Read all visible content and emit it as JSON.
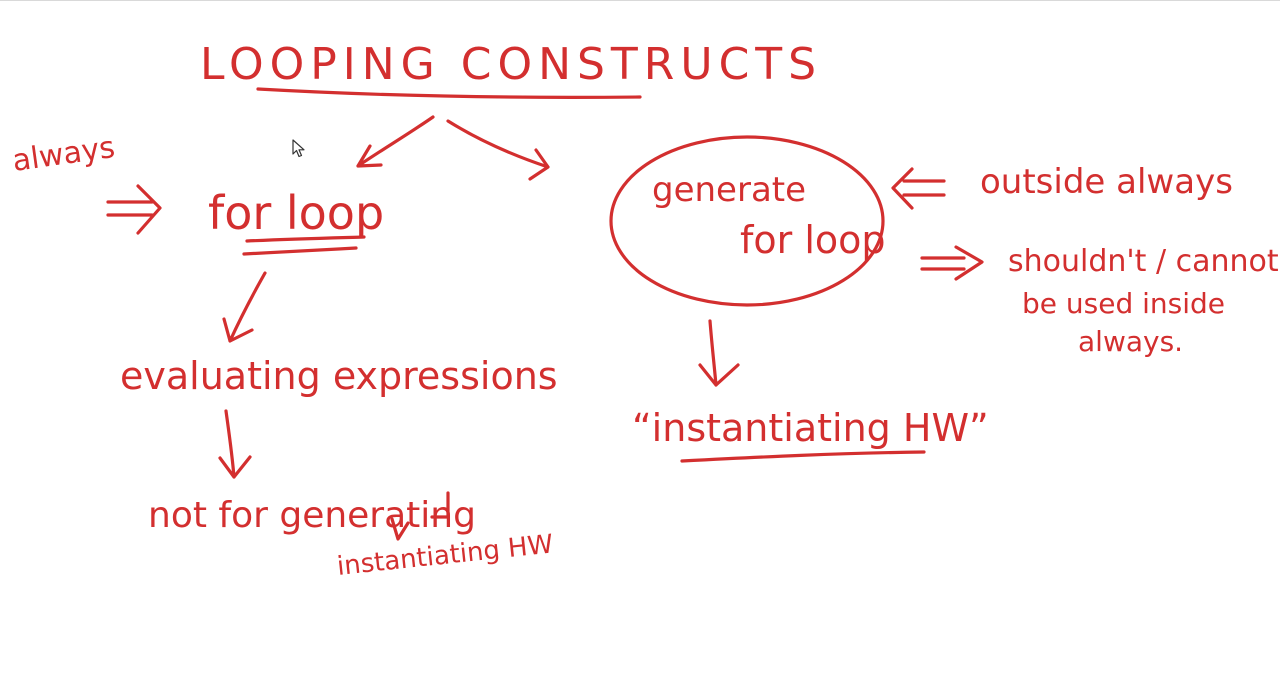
{
  "ink_color": "#d32f2f",
  "title": "LOOPING CONSTRUCTS",
  "left_branch": {
    "side_note": "always",
    "node": "for loop",
    "purpose": "evaluating expressions",
    "negation": "not for generating",
    "negation_object": "instantiating HW"
  },
  "right_branch": {
    "node_line1": "generate",
    "node_line2": "for loop",
    "side_note": "outside always",
    "restriction_line1": "shouldn't / cannot",
    "restriction_line2": "be used inside",
    "restriction_line3": "always.",
    "result": "“instantiating HW”"
  },
  "cursor_icon": "mouse-pointer-icon"
}
